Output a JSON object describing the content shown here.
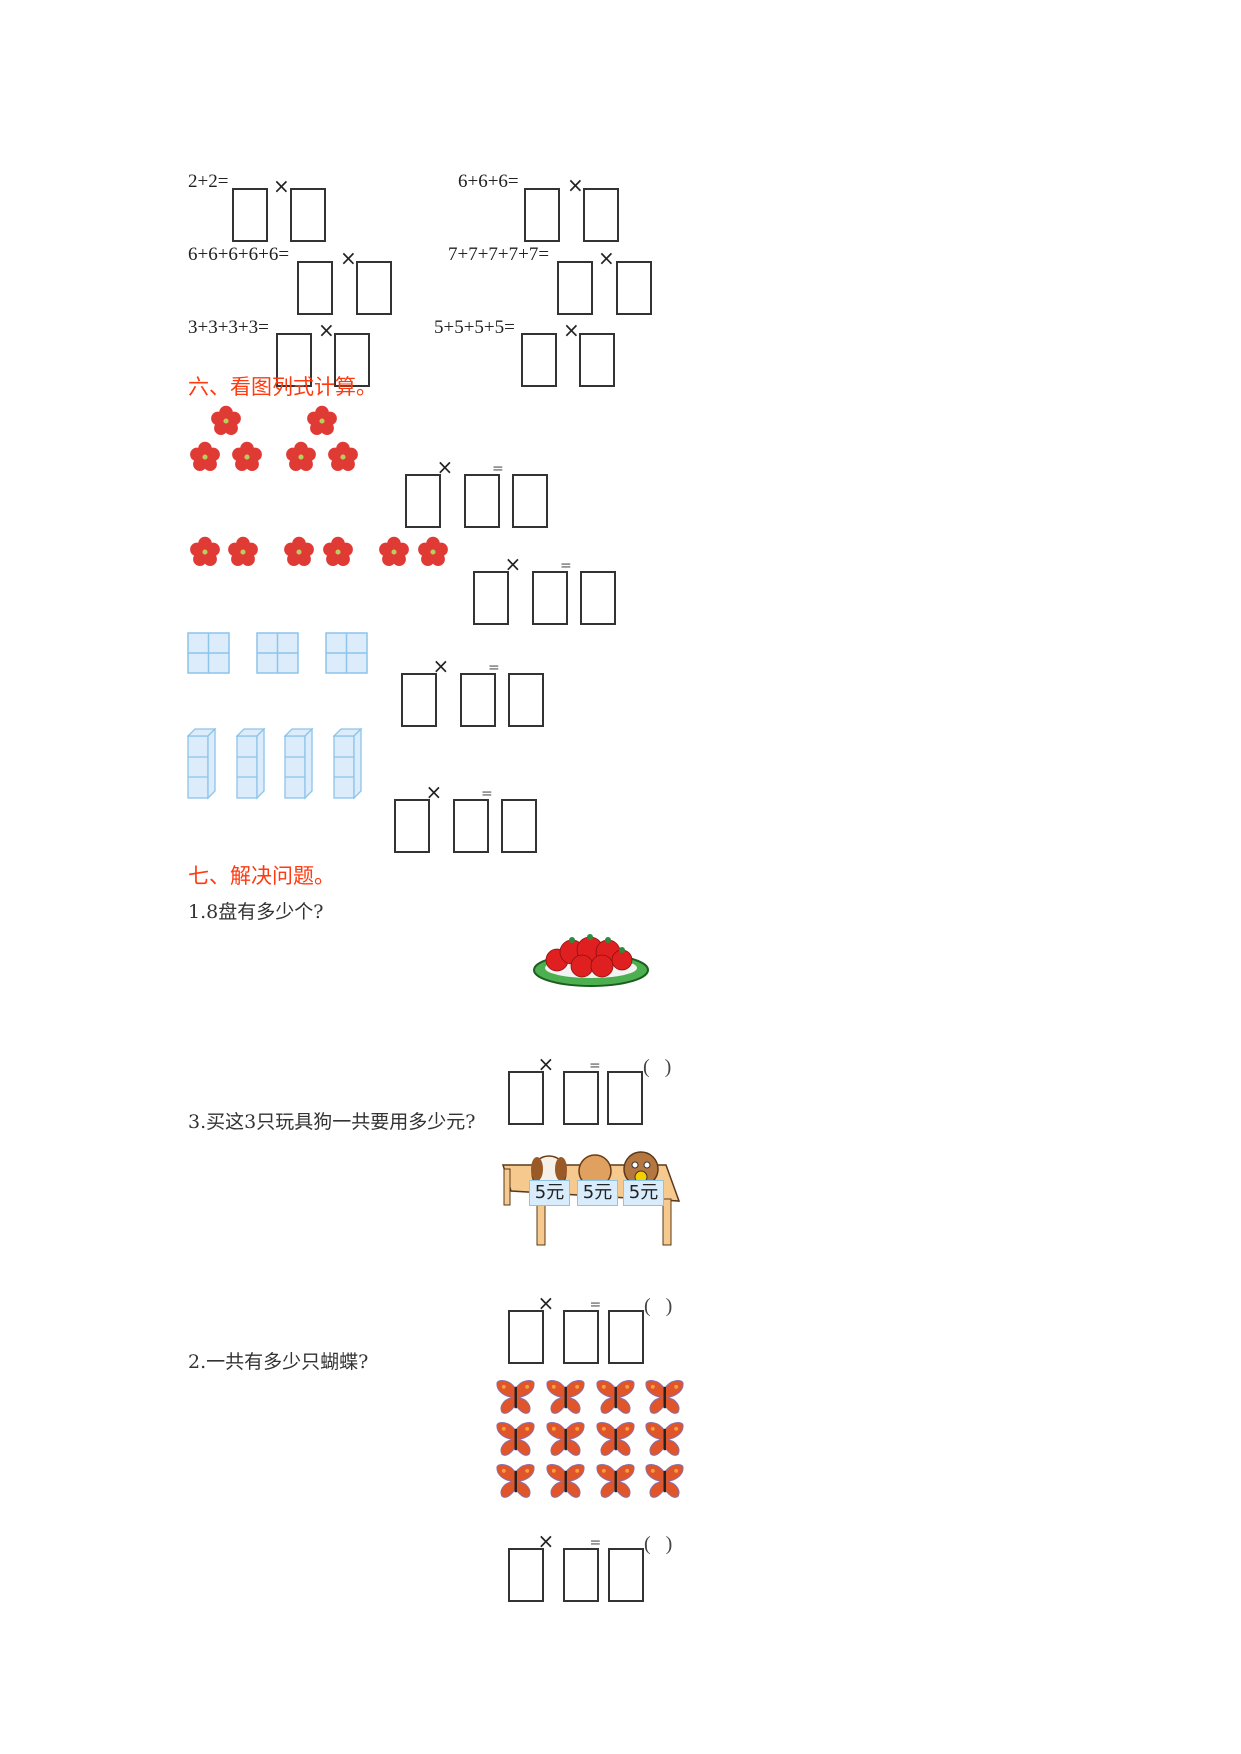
{
  "section5": {
    "rows": [
      {
        "left": "2+2=",
        "right": "6+6+6="
      },
      {
        "left": "6+6+6+6+6=",
        "right": "7+7+7+7+7="
      },
      {
        "left": "3+3+3+3=",
        "right": "5+5+5+5="
      }
    ],
    "times": "×"
  },
  "section6": {
    "heading": "六、看图列式计算。",
    "times": "×",
    "equals": "="
  },
  "section7": {
    "heading": "七、解决问题。",
    "q1": "1.8盘有多少个?",
    "q3": "3.买这3只玩具狗一共要用多少元?",
    "q2": "2.一共有多少只蝴蝶?",
    "price_tags": [
      "5元",
      "5元",
      "5元"
    ],
    "times": "×",
    "equals": "=",
    "paren": "(   )"
  },
  "colors": {
    "heading": "#ff3a10",
    "flower": "#e03a35",
    "tile": "#d8ecfb",
    "tile_border": "#8cc4ea"
  }
}
